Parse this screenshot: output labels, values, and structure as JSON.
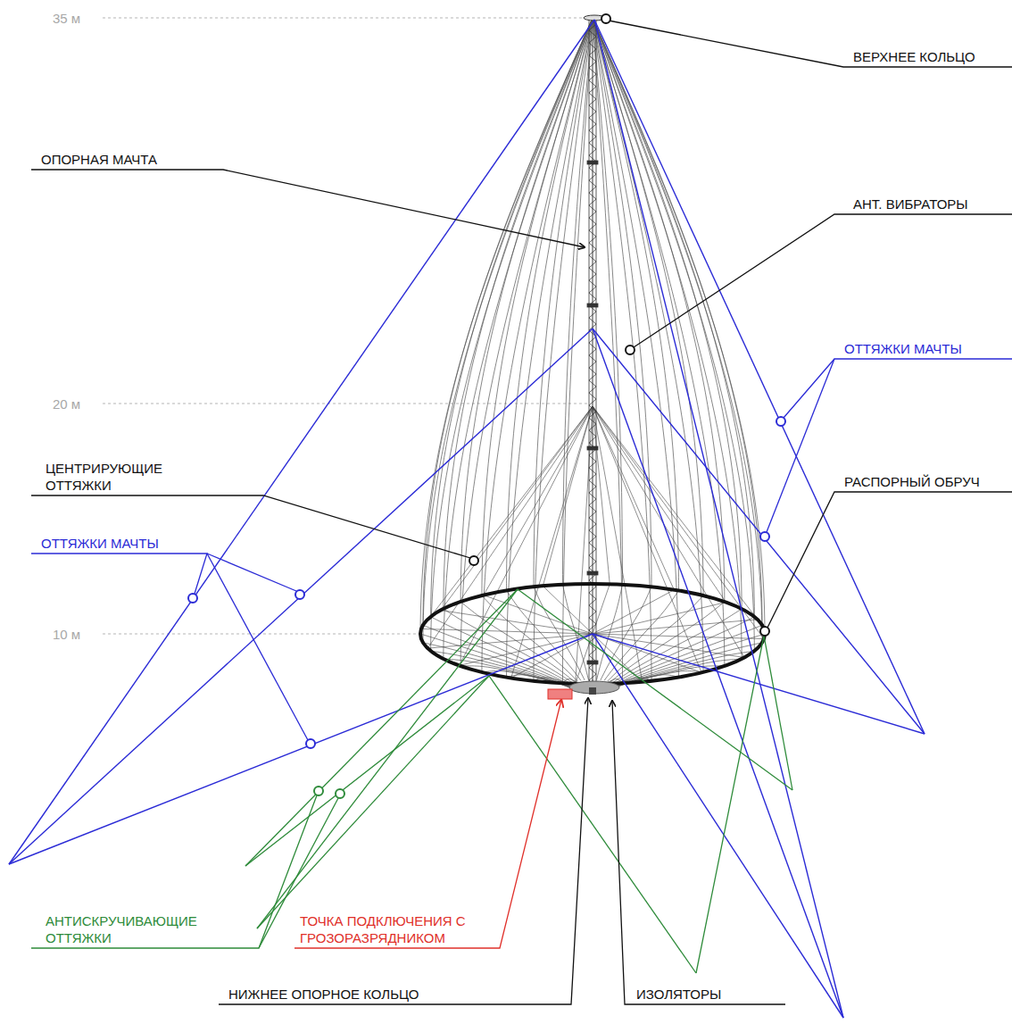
{
  "diagram": {
    "labels": [
      "35 м",
      "ВЕРХНЕЕ КОЛЬЦО",
      "ОПОРНАЯ МАЧТА",
      "АНТ. ВИБРАТОРЫ",
      "ОТТЯЖКИ МАЧТЫ",
      "20 м",
      "ЦЕНТРИРУЮЩИЕ ОТТЯЖКИ",
      "РАСПОРНЫЙ ОБРУЧ",
      "ОТТЯЖКИ МАЧТЫ",
      "10 м",
      "АНТИСКРУЧИВАЮЩИЕ ОТТЯЖКИ",
      "ТОЧКА ПОДКЛЮЧЕНИЯ С ГРОЗОРАЗРЯДНИКОМ",
      "НИЖНЕЕ ОПОРНОЕ КОЛЬЦО",
      "ИЗОЛЯТОРЫ"
    ]
  }
}
